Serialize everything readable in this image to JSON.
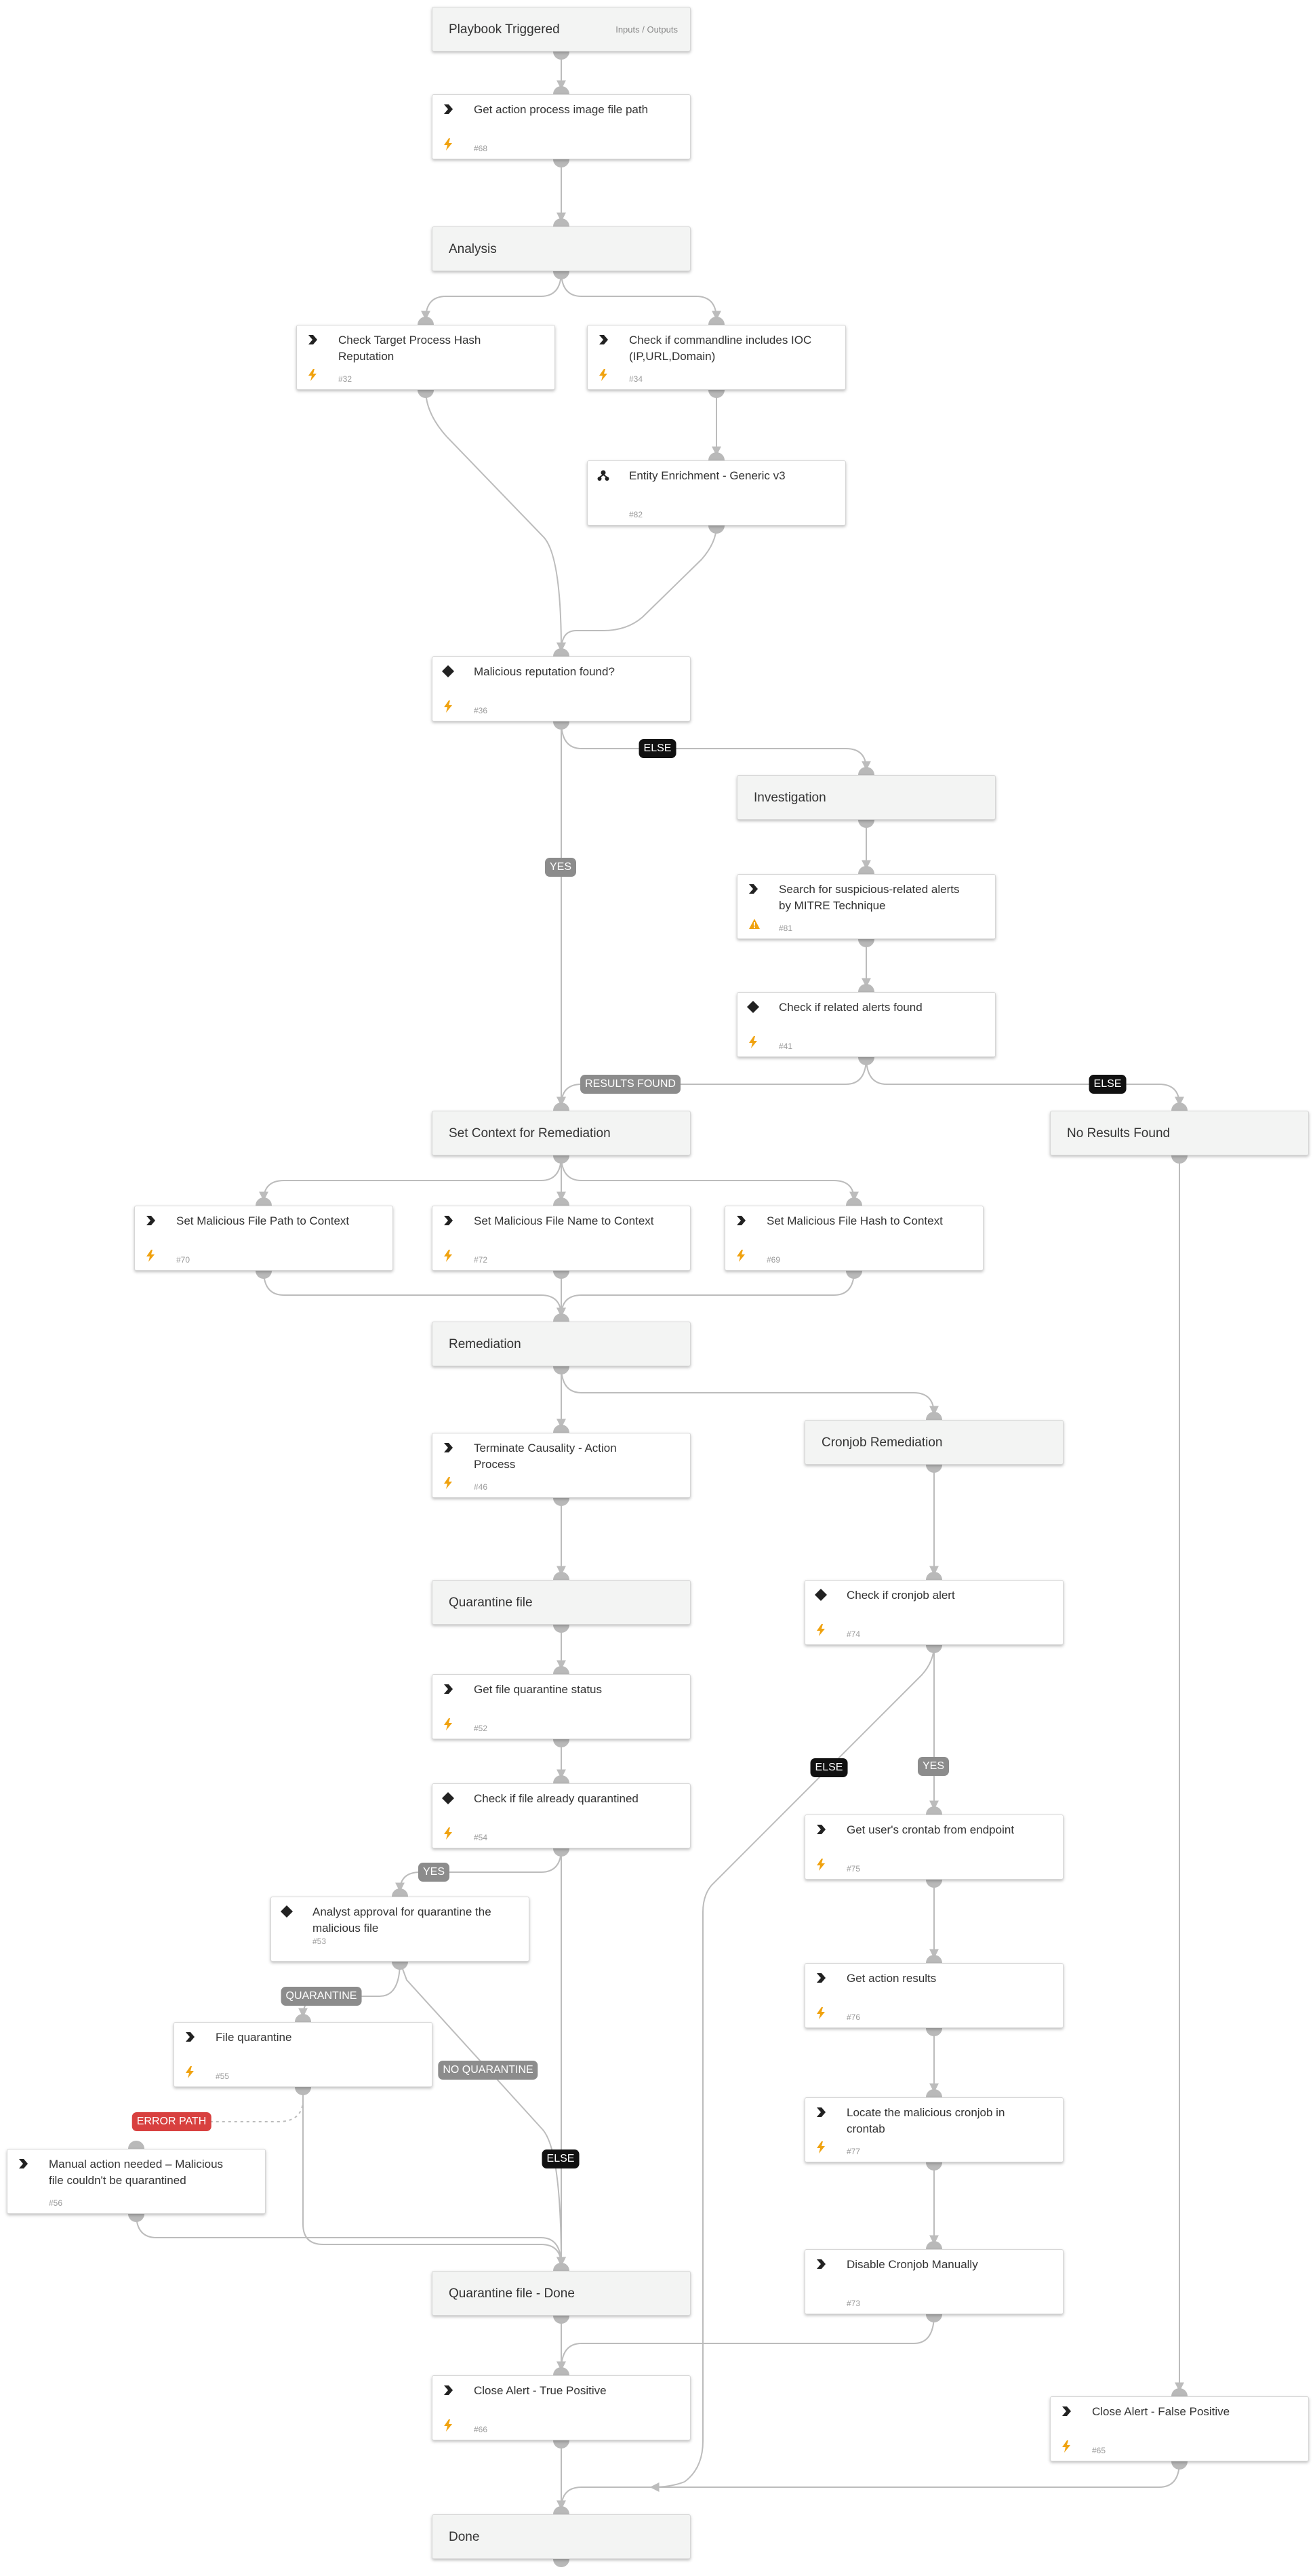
{
  "colors": {
    "wire": "#bcbcbc",
    "port": "#b9b9b9",
    "section_bg": "#f3f4f3",
    "task_bg": "#ffffff",
    "automation_icon": "#f0a20f",
    "label_black": "#111111",
    "label_gray": "#8c8c8c",
    "label_red": "#d8403f"
  },
  "start": {
    "title": "Playbook Triggered",
    "inputs_outputs": "Inputs / Outputs"
  },
  "nodes": {
    "n68": {
      "title": "Get action process image file path",
      "id": "#68"
    },
    "analysis": {
      "title": "Analysis"
    },
    "n32": {
      "title": "Check Target Process Hash Reputation",
      "id": "#32"
    },
    "n34": {
      "title": "Check if commandline includes IOC (IP,URL,Domain)",
      "id": "#34"
    },
    "n82": {
      "title": "Entity Enrichment - Generic v3",
      "id": "#82"
    },
    "n36": {
      "title": "Malicious reputation found?",
      "id": "#36"
    },
    "investigation": {
      "title": "Investigation"
    },
    "n81": {
      "title": "Search for suspicious-related alerts by MITRE Technique",
      "id": "#81"
    },
    "n41": {
      "title": "Check if related alerts found",
      "id": "#41"
    },
    "setctx": {
      "title": "Set Context for Remediation"
    },
    "noresults": {
      "title": "No Results Found"
    },
    "n70": {
      "title": "Set Malicious File Path to Context",
      "id": "#70"
    },
    "n72": {
      "title": "Set Malicious File Name to Context",
      "id": "#72"
    },
    "n69": {
      "title": "Set Malicious File Hash to Context",
      "id": "#69"
    },
    "remediation": {
      "title": "Remediation"
    },
    "n46": {
      "title": "Terminate Causality - Action Process",
      "id": "#46"
    },
    "cronrem": {
      "title": "Cronjob Remediation"
    },
    "quarantine": {
      "title": "Quarantine file"
    },
    "n74": {
      "title": "Check if cronjob alert",
      "id": "#74"
    },
    "n52": {
      "title": "Get file quarantine status",
      "id": "#52"
    },
    "n54": {
      "title": "Check if file already quarantined",
      "id": "#54"
    },
    "n75": {
      "title": "Get user's crontab from endpoint",
      "id": "#75"
    },
    "n53": {
      "title": "Analyst approval for quarantine the malicious file",
      "id": "#53"
    },
    "n76": {
      "title": "Get action results",
      "id": "#76"
    },
    "n55": {
      "title": "File quarantine",
      "id": "#55"
    },
    "n77": {
      "title": "Locate the malicious cronjob in crontab",
      "id": "#77"
    },
    "n56": {
      "title": "Manual action needed – Malicious file couldn't be quarantined",
      "id": "#56"
    },
    "n73": {
      "title": "Disable Cronjob Manually",
      "id": "#73"
    },
    "qdone": {
      "title": "Quarantine file - Done"
    },
    "n66": {
      "title": "Close Alert - True Positive",
      "id": "#66"
    },
    "n65": {
      "title": "Close Alert - False Positive",
      "id": "#65"
    },
    "done": {
      "title": "Done"
    }
  },
  "labels": {
    "else1": "ELSE",
    "yes1": "YES",
    "results_found": "RESULTS FOUND",
    "else2": "ELSE",
    "else3": "ELSE",
    "yes2": "YES",
    "yes3": "YES",
    "quarantine": "QUARANTINE",
    "no_quarantine": "NO QUARANTINE",
    "error_path": "ERROR PATH",
    "else4": "ELSE"
  }
}
